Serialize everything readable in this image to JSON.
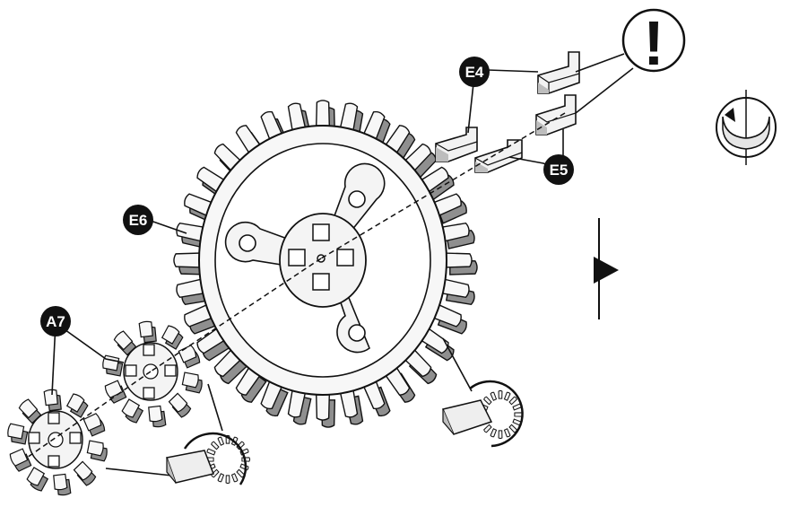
{
  "labels": {
    "e4": "E4",
    "e5": "E5",
    "e6": "E6",
    "a7": "A7"
  },
  "warning_symbol": "!",
  "icons": {
    "warning": "exclamation-icon",
    "rotate": "rotate-arrow-icon",
    "play": "play-arrow-icon"
  },
  "colors": {
    "ink": "#111111",
    "part_fill": "#f2f2f2",
    "part_shade": "#9a9a9a",
    "badge": "#111111",
    "background": "#ffffff"
  }
}
